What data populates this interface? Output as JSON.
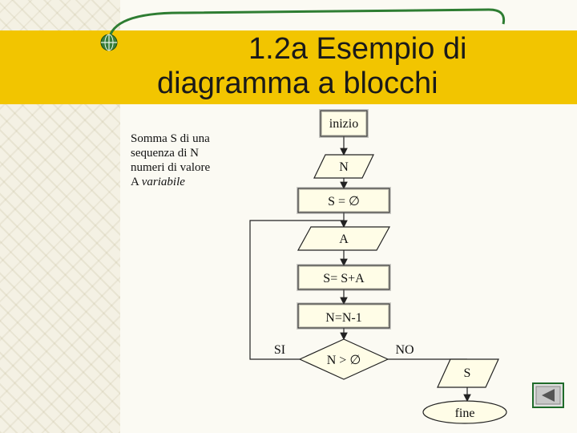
{
  "title": {
    "line1": "1.2a Esempio di",
    "line2": "diagramma a blocchi"
  },
  "description": {
    "line1": "Somma S di una",
    "line2": "sequenza di  N",
    "line3": "numeri di valore",
    "line4_plain": "A ",
    "line4_italic": "variabile"
  },
  "flowchart": {
    "start": "inizio",
    "input_n": "N",
    "init_s": "S = ∅",
    "input_a": "A",
    "sum": "S= S+A",
    "decrement": "N=N-1",
    "decision": "N > ∅",
    "yes_label": "SI",
    "no_label": "NO",
    "output_s": "S",
    "end": "fine"
  },
  "nav": {
    "icon": "back-arrow-icon"
  },
  "colors": {
    "title_band": "#f2c500",
    "nav_accent": "#1f6b2a"
  }
}
